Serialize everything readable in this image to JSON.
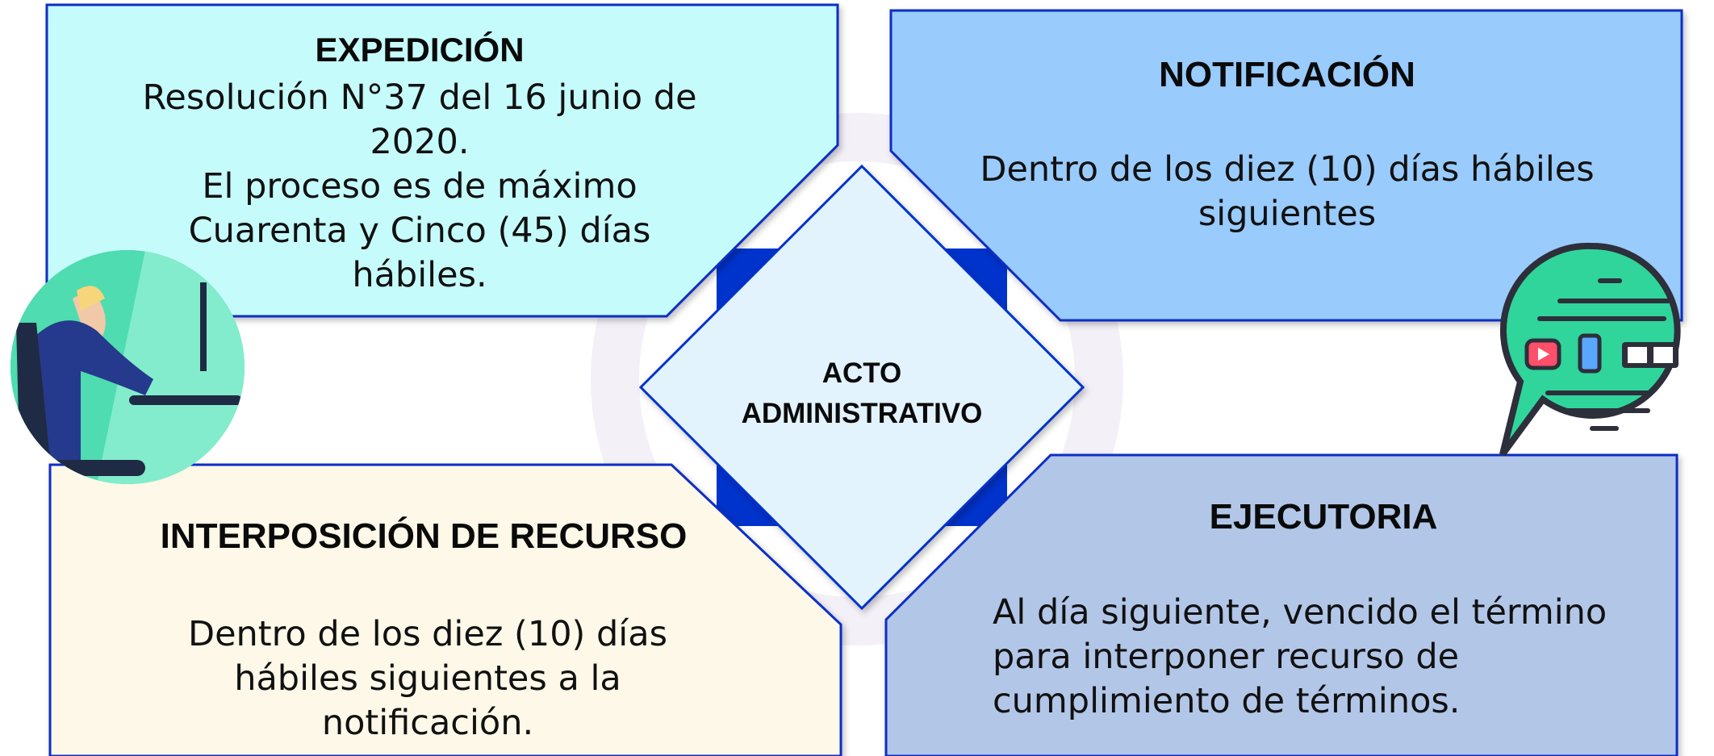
{
  "center": {
    "label": "ACTO\nADMINISTRATIVO",
    "fill": "#e3f3fd",
    "border": "#0033cc"
  },
  "quadrants": {
    "top_left": {
      "title": "EXPEDICIÓN",
      "body": "Resolución N°37 del 16 junio de 2020.\nEl proceso es de máximo Cuarenta y Cinco (45) días hábiles.",
      "fill": "#c6fbfc"
    },
    "top_right": {
      "title": "NOTIFICACIÓN",
      "body": "Dentro de los diez (10) días hábiles siguientes",
      "fill": "#99cbfd"
    },
    "bottom_left": {
      "title": "INTERPOSICIÓN DE RECURSO",
      "body": "Dentro de los diez  (10) días hábiles siguientes a la notificación.",
      "fill": "#fdf8e8"
    },
    "bottom_right": {
      "title": "EJECUTORIA",
      "body": "Al día siguiente, vencido el término para interponer recurso de cumplimiento de términos.",
      "fill": "#b2c6e8"
    }
  },
  "colors": {
    "border": "#0a2ec4",
    "corner_accent": "#0033cc"
  },
  "icons": {
    "left": "person-at-computer-icon",
    "right": "chat-bubble-media-icon"
  }
}
